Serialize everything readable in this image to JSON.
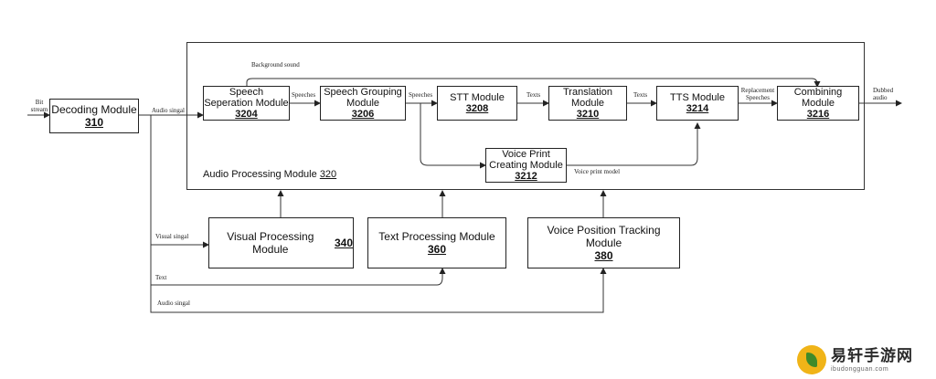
{
  "modules": {
    "decoding": {
      "name": "Decoding Module",
      "num": "310"
    },
    "audio_processing": {
      "name": "Audio Processing Module",
      "num": "320"
    },
    "speech_separation": {
      "name": "Speech Seperation Module",
      "num": "3204"
    },
    "speech_grouping": {
      "name": "Speech Grouping Module",
      "num": "3206"
    },
    "stt": {
      "name": "STT Module",
      "num": "3208"
    },
    "translation": {
      "name": "Translation Module",
      "num": "3210"
    },
    "tts": {
      "name": "TTS Module",
      "num": "3214"
    },
    "combining": {
      "name": "Combining Module",
      "num": "3216"
    },
    "voice_print": {
      "name": "Voice Print Creating Module",
      "num": "3212"
    },
    "visual_processing": {
      "name": "Visual Processing Module",
      "num": "340"
    },
    "text_processing": {
      "name": "Text Processing Module",
      "num": "360"
    },
    "voice_position": {
      "name": "Voice Position Tracking Module",
      "num": "380"
    }
  },
  "labels": {
    "bit_stream": "Bit stream",
    "audio_singal_top": "Audio singal",
    "background_sound": "Background sound",
    "speeches_1": "Speeches",
    "speeches_2": "Speeches",
    "texts_1": "Texts",
    "texts_2": "Texts",
    "replacement_speeches": "Replacement Speeches",
    "dubbed_audio": "Dubbed audio",
    "voice_print_model": "Voice print model",
    "visual_singal": "Visual singal",
    "text": "Text",
    "audio_singal_bottom": "Audio singal"
  },
  "watermark": {
    "title": "易轩手游网",
    "url": "ibudongguan.com"
  }
}
